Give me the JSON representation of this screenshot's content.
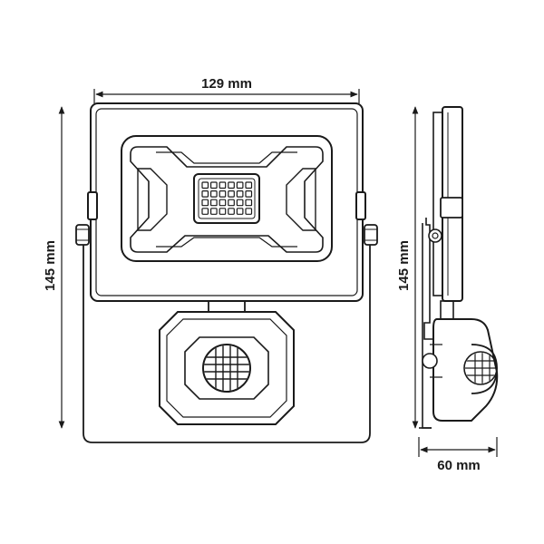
{
  "dimensions": {
    "width_label": "129 mm",
    "height_label_front": "145 mm",
    "height_label_side": "145 mm",
    "depth_label": "60 mm"
  },
  "colors": {
    "line": "#1a1a1a",
    "background": "#ffffff"
  }
}
